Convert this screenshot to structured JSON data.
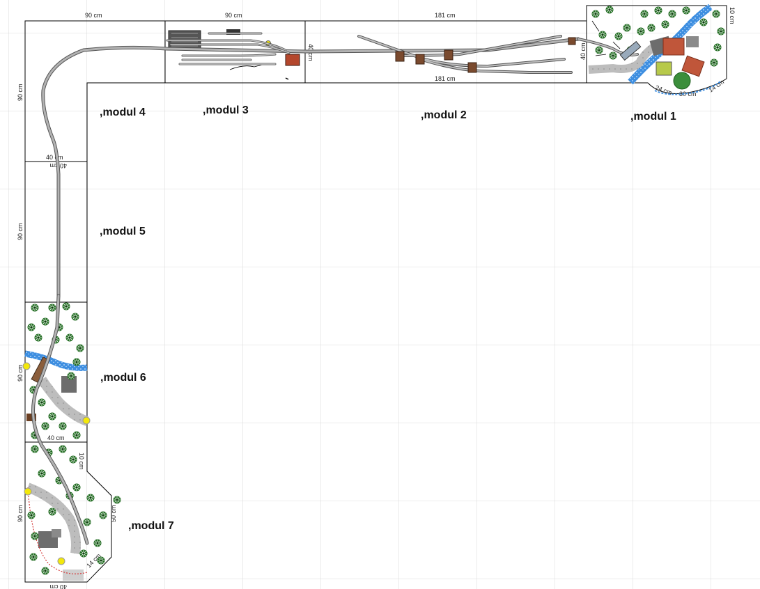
{
  "modules": [
    {
      "id": "1",
      "label": ",modul 1"
    },
    {
      "id": "2",
      "label": ",modul 2"
    },
    {
      "id": "3",
      "label": ",modul 3"
    },
    {
      "id": "4",
      "label": ",modul 4"
    },
    {
      "id": "5",
      "label": ",modul 5"
    },
    {
      "id": "6",
      "label": ",modul 6"
    },
    {
      "id": "7",
      "label": ",modul 7"
    }
  ],
  "dimensions": {
    "m4_top": "90 cm",
    "m3_top": "90 cm",
    "m2_top": "181 cm",
    "m2_bottom": "181 cm",
    "m4_side": "90 cm",
    "m4_bottom": "40 cm",
    "m5_top": "40 cm",
    "m5_side": "90 cm",
    "m3_right": "40 cm",
    "m1_left": "40 cm",
    "m1_right": "10 cm",
    "m1_bottom": "30 cm",
    "m1_diag_left": "24 cm",
    "m1_diag_right": "14 cm",
    "m6_side": "90 cm",
    "m6_bottom": "40 cm",
    "m7_side": "90 cm",
    "m7_bottom": "40 cm",
    "m7_diag": "14 cm",
    "m7_right": "50 cm",
    "m7_top_right": "10 cm"
  },
  "colors": {
    "grid": "#d8d8d8",
    "outline": "#000000",
    "track": "#8c8c8c",
    "water": "#2f7fd8",
    "road": "#b5b5b5",
    "tree": "#1d5e1d",
    "building_red": "#c0563a",
    "building_grey": "#6d6d6d",
    "marker_yellow": "#f3e80b"
  }
}
